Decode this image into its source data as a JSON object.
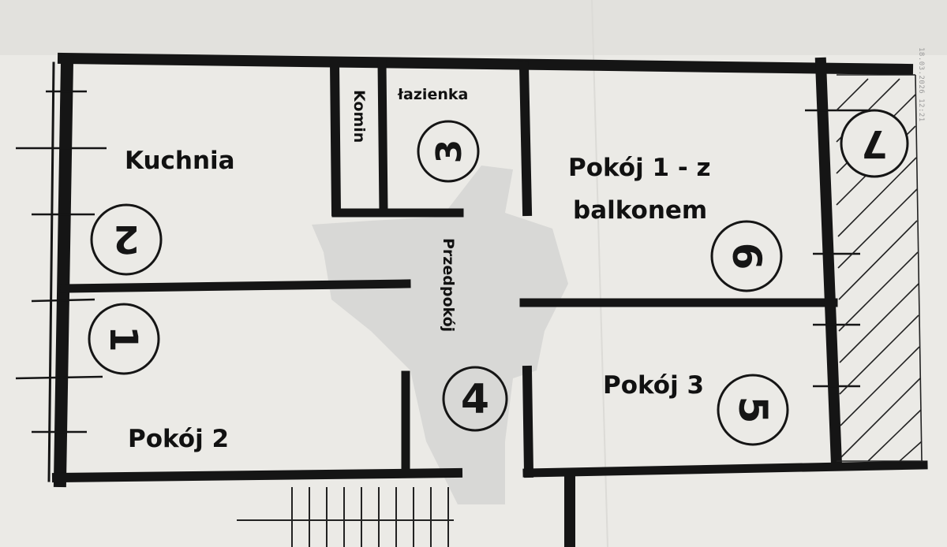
{
  "rooms": {
    "kitchen": "Kuchnia",
    "bathroom": "łazienka",
    "chimney": "Komin",
    "room1_line1": "Pokój 1 - z",
    "room1_line2": "balkonem",
    "hallway": "Przedpokój",
    "room2": "Pokój 2",
    "room3": "Pokój 3"
  },
  "room_numbers": {
    "room2": "1",
    "kitchen": "2",
    "bathroom": "3",
    "hallway": "4",
    "room3": "5",
    "room1": "6",
    "balcony": "7"
  },
  "photo_stamp": "18.03.2026 12:21",
  "colors": {
    "paper": "#e9e8e4",
    "ink": "#151515",
    "hallway_fill": "#d4d4d2"
  }
}
